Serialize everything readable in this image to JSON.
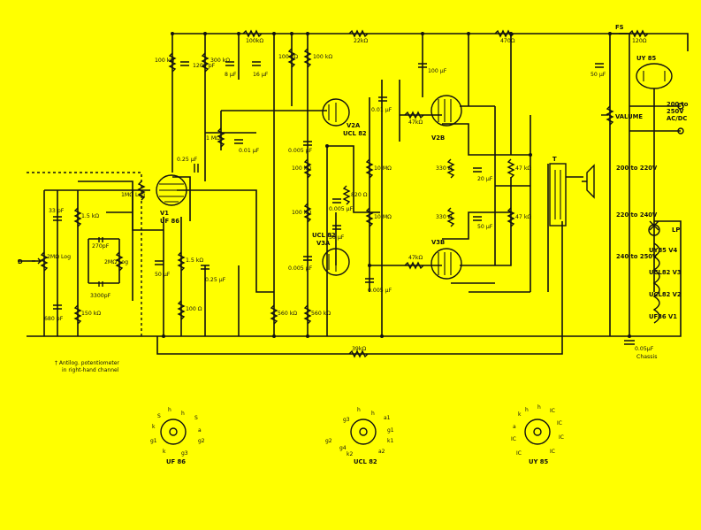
{
  "colors": {
    "background": "#ffff00",
    "ink": "#111111"
  },
  "resistors": [
    {
      "id": "r1",
      "label": "100 kΩ"
    },
    {
      "id": "r2",
      "label": "300 kΩ"
    },
    {
      "id": "r3",
      "label": "100kΩ"
    },
    {
      "id": "r4",
      "label": "100 kΩ"
    },
    {
      "id": "r5",
      "label": "100 kΩ"
    },
    {
      "id": "r6",
      "label": "22kΩ"
    },
    {
      "id": "r7",
      "label": "470Ω"
    },
    {
      "id": "r8",
      "label": "120Ω"
    },
    {
      "id": "r9",
      "label": "1 MΩ"
    },
    {
      "id": "r10",
      "label": "47kΩ"
    },
    {
      "id": "r11",
      "label": "100 kΩ"
    },
    {
      "id": "r12",
      "label": "100 kΩ"
    },
    {
      "id": "r13",
      "label": "10 MΩ"
    },
    {
      "id": "r14",
      "label": "10 MΩ"
    },
    {
      "id": "r15",
      "label": "330 Ω"
    },
    {
      "id": "r16",
      "label": "47 kΩ"
    },
    {
      "id": "r17",
      "label": "330 Ω"
    },
    {
      "id": "r18",
      "label": "47 kΩ"
    },
    {
      "id": "r19",
      "label": "47kΩ"
    },
    {
      "id": "r20",
      "label": "1.5 kΩ"
    },
    {
      "id": "r21",
      "label": "150 kΩ"
    },
    {
      "id": "r22",
      "label": "1.5 kΩ"
    },
    {
      "id": "r23",
      "label": "100 Ω"
    },
    {
      "id": "r24",
      "label": "560 kΩ"
    },
    {
      "id": "r25",
      "label": "560 kΩ"
    },
    {
      "id": "r26",
      "label": "39kΩ"
    },
    {
      "id": "r27",
      "label": "820 Ω"
    }
  ],
  "capacitors": [
    {
      "id": "c1",
      "label": "1200 pF"
    },
    {
      "id": "c2",
      "label": "8 µF"
    },
    {
      "id": "c3",
      "label": "16 µF"
    },
    {
      "id": "c4",
      "label": "100 µF"
    },
    {
      "id": "c5",
      "label": "50 µF"
    },
    {
      "id": "c6",
      "label": "0.01 µF"
    },
    {
      "id": "c7",
      "label": "0.005 µF"
    },
    {
      "id": "c8",
      "label": "0.25 µF"
    },
    {
      "id": "c9",
      "label": "0.01 µF"
    },
    {
      "id": "c10",
      "label": "0.005 µF"
    },
    {
      "id": "c11",
      "label": "0.005 µF"
    },
    {
      "id": "c12",
      "label": "0.005 µF"
    },
    {
      "id": "c13",
      "label": "50 µF"
    },
    {
      "id": "c14",
      "label": "20 µF"
    },
    {
      "id": "c15",
      "label": "50 µF"
    },
    {
      "id": "c16",
      "label": "30 µF"
    },
    {
      "id": "c17",
      "label": "0.25 µF"
    },
    {
      "id": "c18",
      "label": "33 pF"
    },
    {
      "id": "c19",
      "label": "270pF"
    },
    {
      "id": "c20",
      "label": "3300pF"
    },
    {
      "id": "c21",
      "label": "680 pF"
    },
    {
      "id": "c22",
      "label": "0.05µF"
    }
  ],
  "pots": [
    {
      "id": "p1",
      "label": "2MΩ Log"
    },
    {
      "id": "p2",
      "label": "2MΩ Log"
    },
    {
      "id": "p3",
      "label": "1MΩ Log"
    },
    {
      "id": "p4",
      "label": "VALUME"
    }
  ],
  "valves": [
    {
      "id": "v1",
      "label": "V1",
      "type": "UF 86"
    },
    {
      "id": "v2a",
      "label": "V2A",
      "type": "UCL 82"
    },
    {
      "id": "v3a",
      "label": "V3A",
      "type": "UCL 82"
    },
    {
      "id": "v2b",
      "label": "V2B"
    },
    {
      "id": "v3b",
      "label": "V3B"
    },
    {
      "id": "uy85",
      "label": "UY 85"
    }
  ],
  "supply": {
    "fuse": "FS",
    "mains": [
      "200 to",
      "250V",
      "AC/DC"
    ],
    "taps": [
      "200 to 220V",
      "220 to 240V",
      "240 to 250V"
    ],
    "heaters": [
      "UY85 V4",
      "UCL82 V3",
      "UCL82 V2",
      "UF86 V1"
    ],
    "lamp": "LP",
    "chassis": "Chassis"
  },
  "transformer": {
    "label": "T"
  },
  "note": {
    "lines": [
      "† Antilog. potentiometer",
      "in right-hand channel"
    ]
  },
  "bases": [
    {
      "name": "UF 86",
      "pins": [
        "h",
        "h",
        "S",
        "a",
        "g2",
        "g3",
        "g1",
        "k",
        "S",
        "k"
      ]
    },
    {
      "name": "UCL 82",
      "pins": [
        "h",
        "h",
        "a1",
        "g1",
        "k1",
        "a2",
        "g2",
        "g3",
        "g4",
        "k2"
      ]
    },
    {
      "name": "UY 85",
      "pins": [
        "h",
        "h",
        "IC",
        "IC",
        "IC",
        "IC",
        "IC",
        "a",
        "k",
        "IC"
      ]
    }
  ]
}
